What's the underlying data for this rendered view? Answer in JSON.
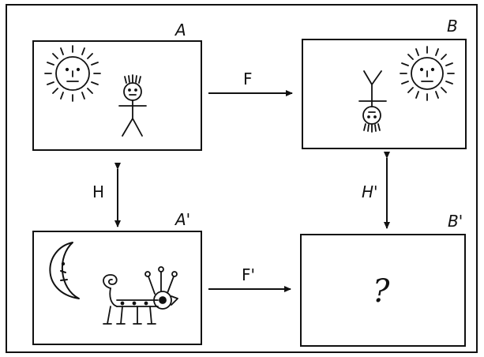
{
  "panels": {
    "top_left": {
      "corner_label": "A",
      "content": [
        "sun-icon",
        "stick-figure-icon"
      ]
    },
    "top_right": {
      "corner_label": "B",
      "content": [
        "upside-down-stick-figure-icon",
        "sun-icon"
      ]
    },
    "bottom_left": {
      "corner_label": "A'",
      "content": [
        "moon-icon",
        "creature-icon"
      ]
    },
    "bottom_right": {
      "corner_label": "B'",
      "question": "?"
    }
  },
  "arrows": {
    "top": "F",
    "bottom": "F'",
    "left": "H",
    "right": "H'"
  }
}
